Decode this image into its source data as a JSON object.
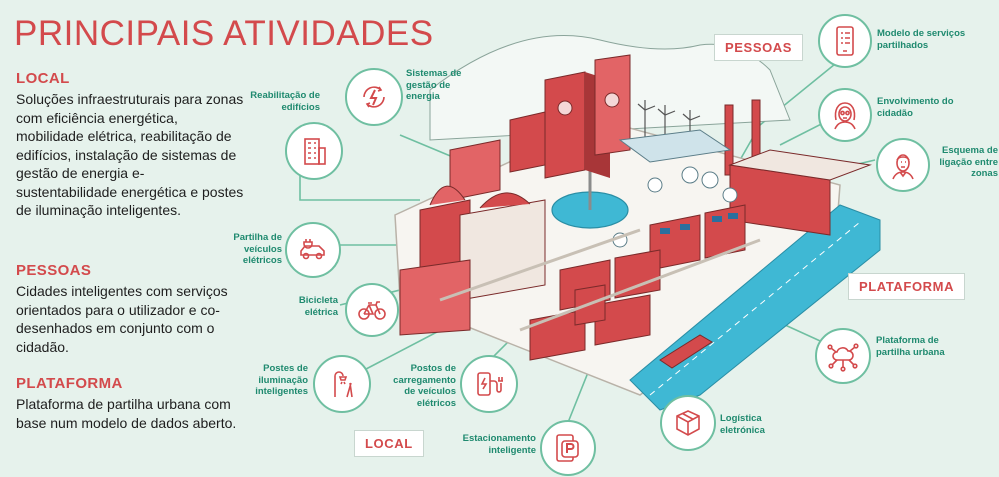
{
  "title": "PRINCIPAIS ATIVIDADES",
  "sections": {
    "local": {
      "heading": "LOCAL",
      "text": "Soluções infraestruturais para zonas com eficiência energética, mobilidade elétrica, reabilitação de edifícios, instalação de sistemas de gestão de energia e-sustentabilidade energética e postes de iluminação inteligentes."
    },
    "pessoas": {
      "heading": "PESSOAS",
      "text": "Cidades inteligentes com serviços orientados para o utilizador e co-desenhados em conjunto com o cidadão."
    },
    "plataforma": {
      "heading": "PLATAFORMA",
      "text": "Plataforma de partilha urbana com base num modelo de dados aberto."
    }
  },
  "tags": {
    "pessoas": "PESSOAS",
    "plataforma": "PLATAFORMA",
    "local": "LOCAL"
  },
  "items": {
    "reabilitacao": "Reabilitação de edifícios",
    "sistemas_gestao": "Sistemas de gestão de energia",
    "partilha_veiculos": "Partilha de veículos elétricos",
    "bicicleta": "Bicicleta elétrica",
    "postes": "Postes de iluminação inteligentes",
    "postos": "Postos de carregamento de veículos elétricos",
    "estacionamento": "Estacionamento inteligente",
    "logistica": "Logística eletrónica",
    "modelo_servicos": "Modelo de serviços partilhados",
    "envolvimento": "Envolvimento do cidadão",
    "esquema": "Esquema de ligação entre zonas",
    "plataforma_partilha": "Plataforma de partilha urbana"
  },
  "icons": {
    "reabilitacao": "building-icon",
    "sistemas_gestao": "energy-management-icon",
    "partilha_veiculos": "electric-car-icon",
    "bicicleta": "bicycle-icon",
    "postes": "street-lamp-icon",
    "postos": "charging-station-icon",
    "estacionamento": "parking-icon",
    "logistica": "package-icon",
    "modelo_servicos": "mobile-services-icon",
    "envolvimento": "citizen-woman-icon",
    "esquema": "citizen-man-icon",
    "plataforma_partilha": "cloud-network-icon"
  },
  "colors": {
    "accent": "#d34a4c",
    "teal": "#1f8a6f",
    "line": "#6fbfa1",
    "background": "#e6f2ec",
    "water": "#3fb8d4"
  }
}
